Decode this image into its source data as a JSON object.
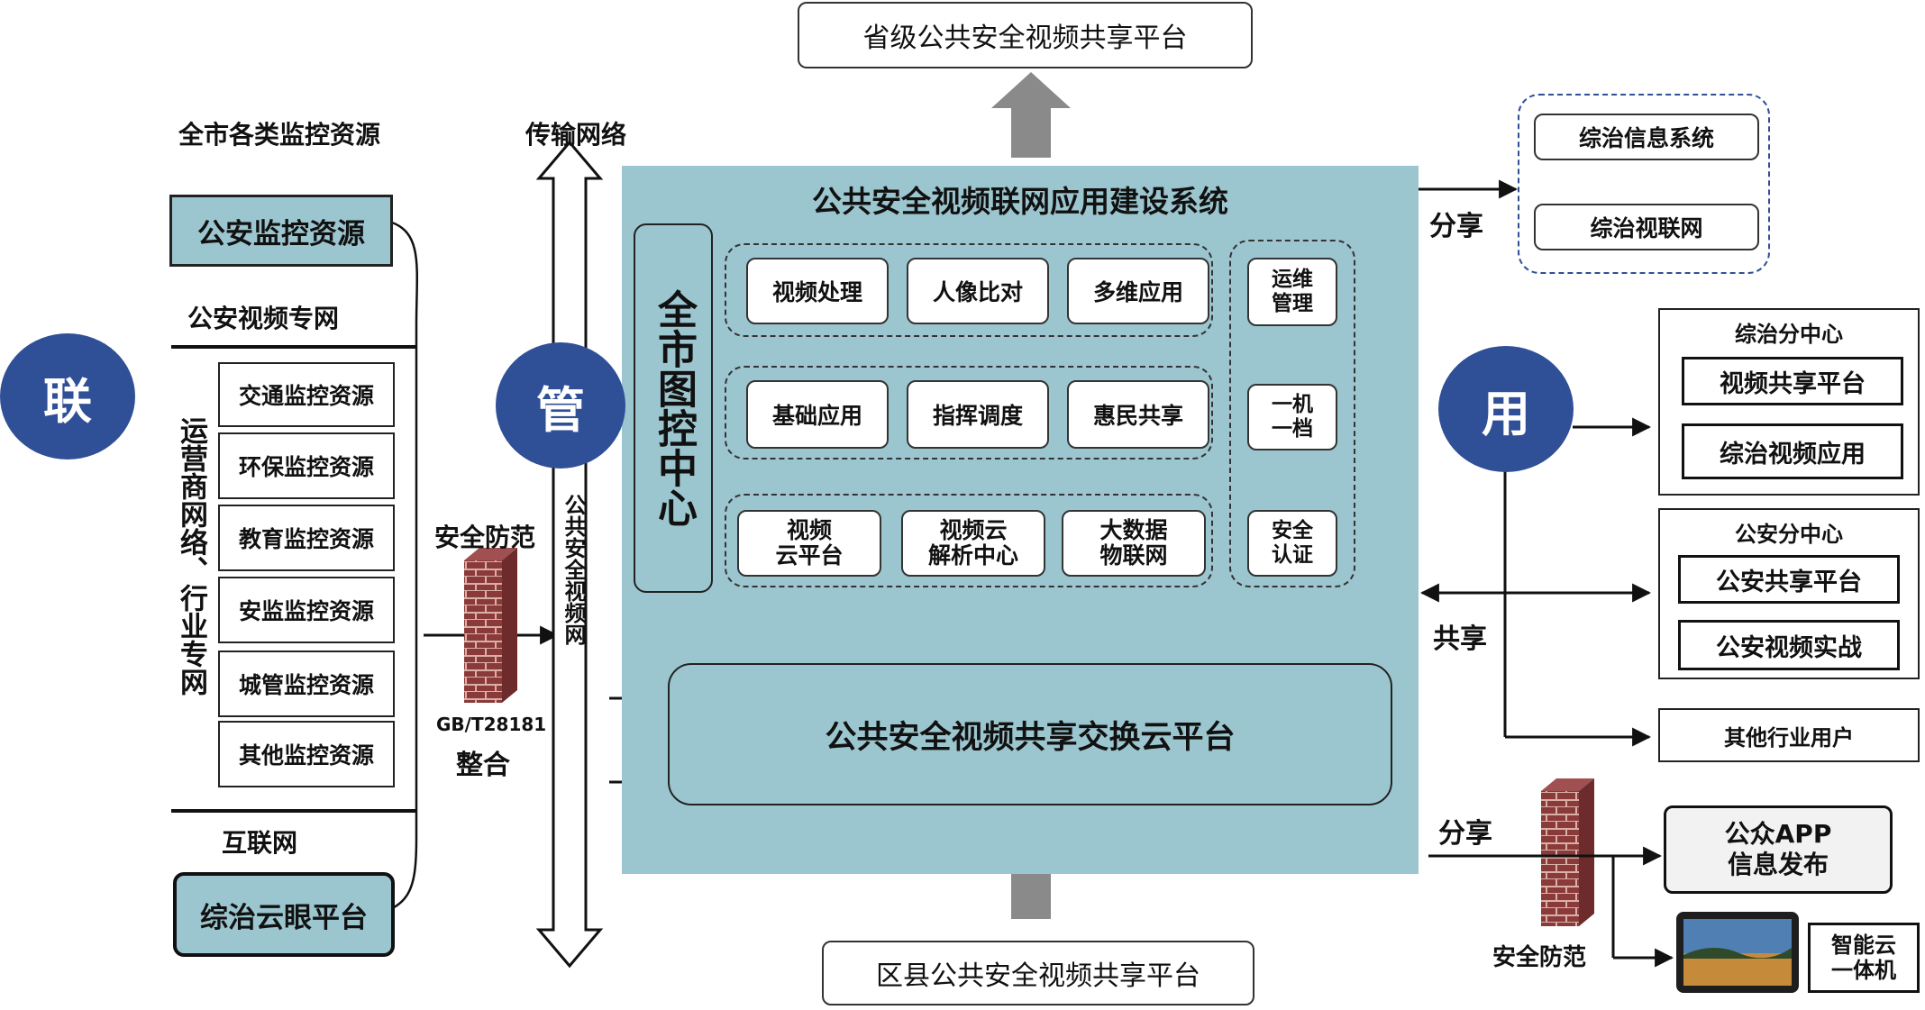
{
  "top_platform": "省级公共安全视频共享平台",
  "bottom_platform": "区县公共安全视频共享平台",
  "left": {
    "heading": "全市各类监控资源",
    "police_resource": "公安监控资源",
    "police_network": "公安视频专网",
    "operator_network": "运营商网络、行业专网",
    "resources": [
      "交通监控资源",
      "环保监控资源",
      "教育监控资源",
      "安监监控资源",
      "城管监控资源",
      "其他监控资源"
    ],
    "internet": "互联网",
    "cloud_eye": "综治云眼平台"
  },
  "circles": {
    "lian": "联",
    "guan": "管",
    "yong": "用"
  },
  "middle": {
    "transport": "传输网络",
    "security": "安全防范",
    "standard": "GB/T28181",
    "integrate": "整合",
    "video_network": "公共安全视频网"
  },
  "system": {
    "title": "公共安全视频联网应用建设系统",
    "center": "全市图控中心",
    "row1": [
      "视频处理",
      "人像比对",
      "多维应用"
    ],
    "row2": [
      "基础应用",
      "指挥调度",
      "惠民共享"
    ],
    "row3": [
      "视频\n云平台",
      "视频云\n解析中心",
      "大数据\n物联网"
    ],
    "side": [
      "运维\n管理",
      "一机\n一档",
      "安全\n认证"
    ],
    "exchange": "公共安全视频共享交换云平台"
  },
  "right": {
    "share_top": "分享",
    "info_systems": [
      "综治信息系统",
      "综治视联网"
    ],
    "zongzhi_center": {
      "title": "综治分中心",
      "items": [
        "视频共享平台",
        "综治视频应用"
      ]
    },
    "police_center": {
      "title": "公安分中心",
      "items": [
        "公安共享平台",
        "公安视频实战"
      ]
    },
    "share_mid": "共享",
    "other_users": "其他行业用户",
    "share_bottom": "分享",
    "public_app": "公众APP\n信息发布",
    "security": "安全防范",
    "smart_device": "智能云\n一体机"
  },
  "colors": {
    "system_bg": "#9cc6cf",
    "circle": "#2f4f96",
    "brick": "#8b3a3a",
    "gray_arrow": "#8a8a8a"
  }
}
